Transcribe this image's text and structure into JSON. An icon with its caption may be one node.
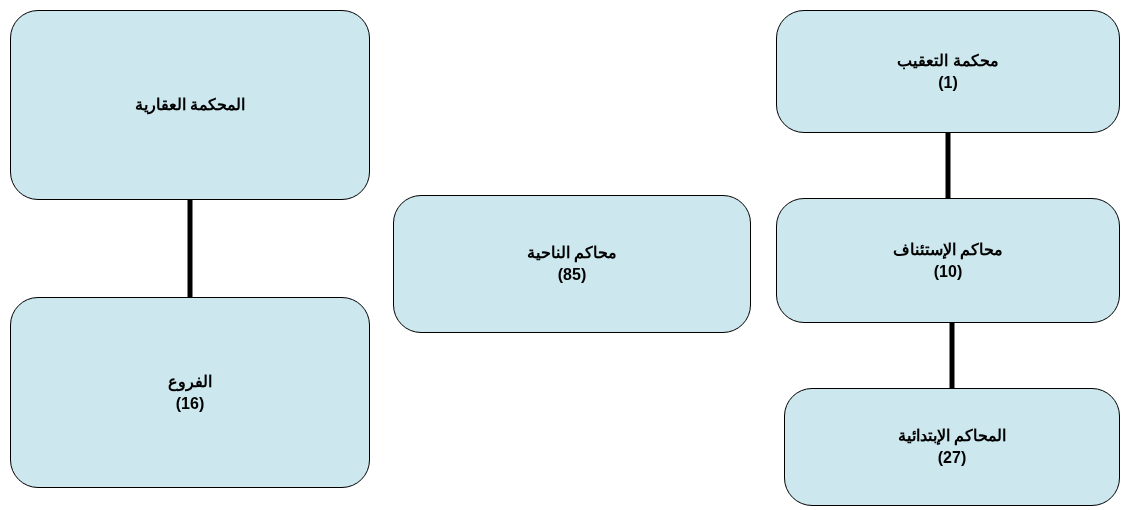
{
  "diagram": {
    "nodes": [
      {
        "text": [
          "المحكمة العقارية"
        ]
      },
      {
        "text": [
          "الفروع",
          "(16)"
        ]
      },
      {
        "text": [
          "محاكم الناحية",
          "(85)"
        ]
      },
      {
        "text": [
          "محكمة التعقيب",
          "(1)"
        ]
      },
      {
        "text": [
          "محاكم الإستئناف",
          "(10)"
        ]
      },
      {
        "text": [
          "المحاكم الإبتدائية",
          "(27)"
        ]
      }
    ],
    "edges": [
      {
        "from": 0,
        "to": 1,
        "arrow": "none"
      },
      {
        "from": 3,
        "to": 4,
        "arrow": "none"
      },
      {
        "from": 4,
        "to": 5,
        "arrow": "none"
      }
    ]
  }
}
